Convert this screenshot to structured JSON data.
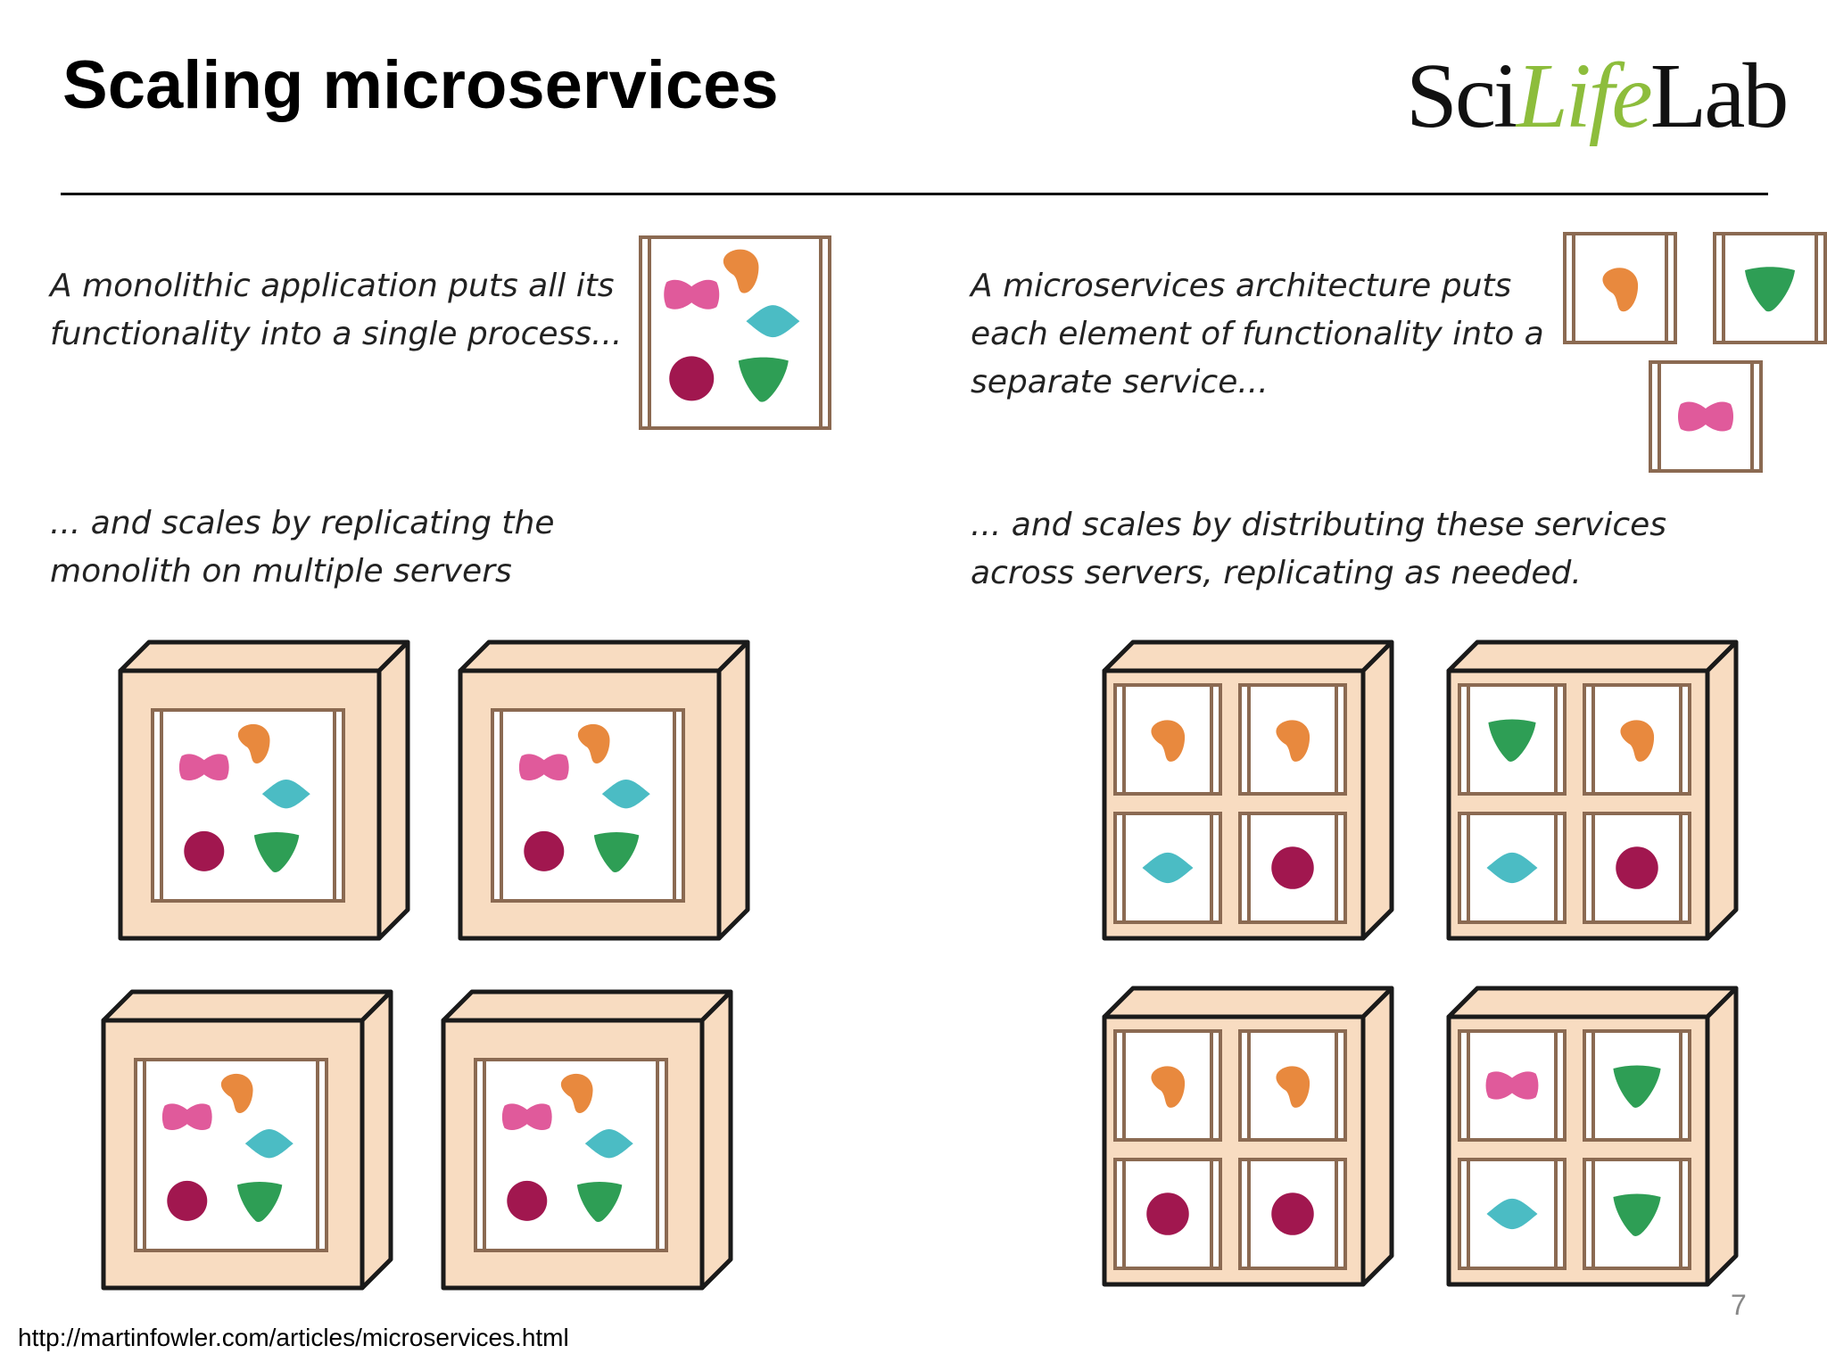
{
  "slide": {
    "title": "Scaling microservices",
    "page_number": "7",
    "source": "http://martinfowler.com/articles/microservices.html"
  },
  "logo": {
    "parts": [
      "Sci",
      "Life",
      "Lab"
    ],
    "accent_color": "#8dbd3c"
  },
  "captions": {
    "monolith_intro": [
      "A monolithic application puts all its",
      "functionality into a single process..."
    ],
    "micro_intro": [
      "A microservices architecture puts",
      "each element of functionality into a",
      "separate service..."
    ],
    "monolith_scale": [
      "... and scales by replicating the",
      "monolith on multiple servers"
    ],
    "micro_scale": [
      "... and scales by distributing these services",
      "across servers, replicating as needed."
    ]
  },
  "colors": {
    "orange": "#e8893e",
    "pink": "#e05a9b",
    "teal": "#4bbcc4",
    "maroon": "#a1174f",
    "green": "#2e9e55",
    "frame": "#8b6a52",
    "server_face": "#f8dcc1",
    "outline": "#1a1a1a"
  },
  "diagram": {
    "monolith_components": [
      "orange-blob",
      "pink-bowtie",
      "teal-diamond",
      "maroon-circle",
      "green-triangle"
    ],
    "single_services": [
      "orange-blob",
      "green-triangle",
      "pink-bowtie"
    ],
    "monolith_servers": 4,
    "micro_servers": [
      [
        "orange-blob",
        "orange-blob",
        "teal-diamond",
        "maroon-circle"
      ],
      [
        "green-triangle",
        "orange-blob",
        "teal-diamond",
        "maroon-circle"
      ],
      [
        "orange-blob",
        "orange-blob",
        "maroon-circle",
        "maroon-circle"
      ],
      [
        "pink-bowtie",
        "green-triangle",
        "teal-diamond",
        "green-triangle"
      ]
    ]
  }
}
